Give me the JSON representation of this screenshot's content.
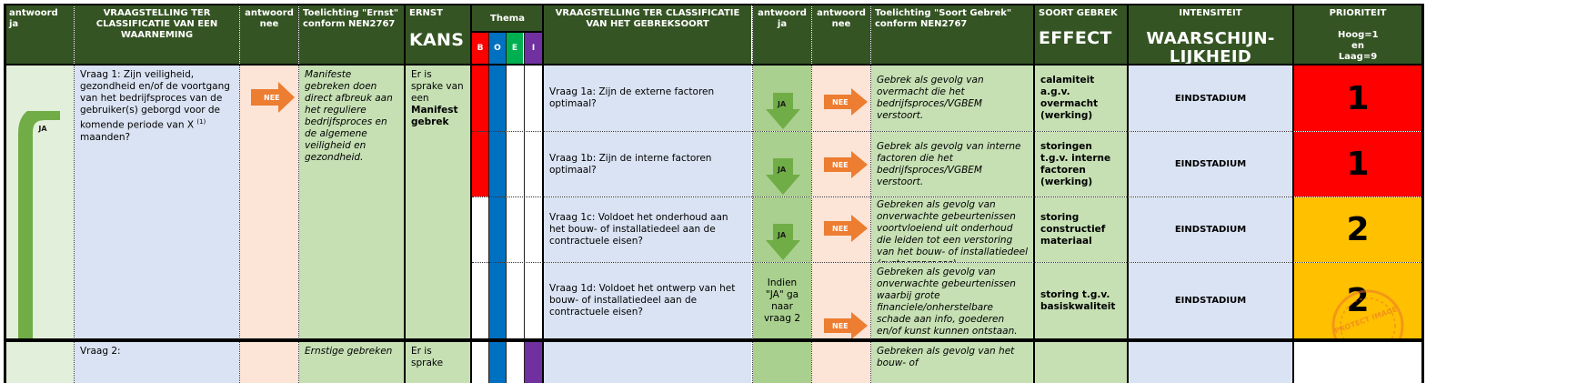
{
  "headers": {
    "answer_yes_left": "antwoord ja",
    "question_class": "VRAAGSTELLING TER CLASSIFICATIE VAN EEN WAARNEMING",
    "answer_no_left": "antwoord nee",
    "toelichting_ernst": "Toelichting \"Ernst\" conform NEN2767",
    "ernst": "ERNST",
    "kans": "KANS",
    "thema": "Thema",
    "thema_letters": [
      "B",
      "O",
      "E",
      "I"
    ],
    "question_type": "VRAAGSTELLING TER CLASSIFICATIE VAN HET GEBREKSOORT",
    "answer_yes_right": "antwoord ja",
    "answer_no_right": "antwoord nee",
    "toelichting_soort": "Toelichting \"Soort Gebrek\" conform NEN2767",
    "soort_gebrek": "SOORT GEBREK",
    "effect": "EFFECT",
    "intensiteit": "INTENSITEIT",
    "waarschijnlijkheid": "WAARSCHIJN-LIJKHEID",
    "prioriteit": "PRIORITEIT",
    "prioriteit_scale": "Hoog=1 en Laag=9"
  },
  "section1": {
    "yes_label": "JA",
    "question": "Vraag 1: Zijn veiligheid, gezondheid en/of de voortgang van het bedrijfsproces van de gebruiker(s) geborgd voor de komende periode van X",
    "question_footnote": "(1)",
    "question_end": "maanden?",
    "no_label": "NEE",
    "toelichting": "Manifeste gebreken doen direct afbreuk aan het reguliere bedrijfsproces en de algemene veiligheid en gezondheid.",
    "kans_line1": "Er is sprake van een",
    "kans_bold": "Manifest gebrek"
  },
  "rows": [
    {
      "question": "Vraag 1a: Zijn de externe factoren optimaal?",
      "yes": "JA",
      "no": "NEE",
      "toelichting": "Gebrek als gevolg van overmacht die het bedrijfsproces/VGBEM verstoort.",
      "soort": "calamiteit a.g.v. overmacht (werking)",
      "intensiteit": "EINDSTADIUM",
      "prioriteit": "1",
      "prio_color": "#ff0000"
    },
    {
      "question": "Vraag 1b: Zijn de interne factoren optimaal?",
      "yes": "JA",
      "no": "NEE",
      "toelichting": "Gebrek als gevolg van interne factoren die het bedrijfsproces/VGBEM verstoort.",
      "soort": "storingen t.g.v. interne factoren (werking)",
      "intensiteit": "EINDSTADIUM",
      "prioriteit": "1",
      "prio_color": "#ff0000"
    },
    {
      "question": "Vraag 1c: Voldoet het onderhoud aan het bouw- of installatiedeel aan de contractuele eisen?",
      "yes": "JA",
      "no": "NEE",
      "toelichting": "Gebreken als gevolg van onverwachte gebeurtenissen voortvloeiend uit onderhoud die leiden tot een verstoring van het bouw- of installatiedeel (systeemproces).",
      "soort": "storing constructief materiaal",
      "intensiteit": "EINDSTADIUM",
      "prioriteit": "2",
      "prio_color": "#ffc000"
    },
    {
      "question": "Vraag 1d: Voldoet het ontwerp van het bouw- of installatiedeel aan de contractuele eisen?",
      "yes_text": "Indien \"JA\" ga naar vraag 2",
      "no": "NEE",
      "toelichting": "Gebreken als gevolg van onverwachte gebeurtenissen waarbij grote financiele/onherstelbare schade aan info, goederen en/of kunst kunnen ontstaan.",
      "soort": "storing t.g.v. basiskwaliteit",
      "intensiteit": "EINDSTADIUM",
      "prioriteit": "2",
      "prio_color": "#ffc000"
    }
  ],
  "next_row": {
    "question": "Vraag 2:",
    "toelichting": "Ernstige gebreken",
    "kans": "Er is sprake",
    "soort": "Gebreken als gevolg van het bouw- of"
  },
  "watermark": "PROTECT IMAGE",
  "colors": {
    "header_bg": "#355423",
    "question_bg": "#dae3f3",
    "no_bg": "#fce4d6",
    "toelichting_bg": "#c6e0b4",
    "yes_bg": "#e2efda",
    "arrow_green": "#70ad47",
    "arrow_orange": "#ed7d31",
    "thema_b": "#ff0000",
    "thema_o": "#0070c0",
    "thema_e": "#00b050",
    "thema_i": "#7030a0",
    "prio_high": "#ff0000",
    "prio_mid": "#ffc000"
  }
}
